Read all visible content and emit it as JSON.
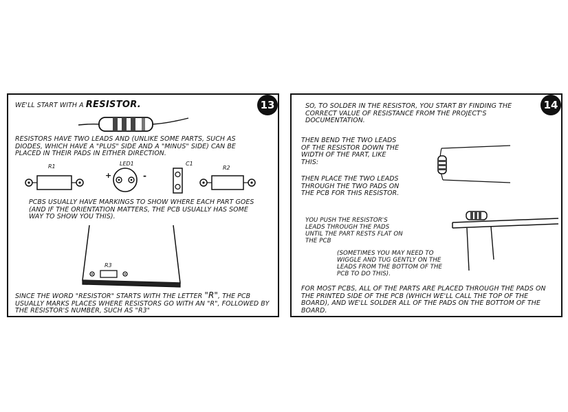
{
  "panel13": {
    "number": "13",
    "intro_prefix": "We'll start with a",
    "intro_emph": "Resistor.",
    "para1": "Resistors have two leads and (unlike some parts, such as diodes, which have a \"plus\" side and a \"minus\" side) can be placed in their pads in either direction.",
    "labels": {
      "r1": "R1",
      "led1": "LED1",
      "plus": "+",
      "minus": "-",
      "c1": "C1",
      "r2": "R2",
      "r3": "R3"
    },
    "para2": "PCBs usually have markings to show where each part goes (and if the orientation matters, the PCB usually has some way to show you this).",
    "para3_prefix": "Since the word \"resistor\" starts with the letter",
    "para3_letter": "\"R\"",
    "para3_suffix": ", the PCB usually marks places where resistors go with an \"R\", followed by the resistor's number, such as \"R3\""
  },
  "panel14": {
    "number": "14",
    "para1": "So, to solder in the resistor, you start by finding the correct value of resistance from the project's documentation.",
    "para2": "Then bend the two leads of the resistor down the width of the part, like this:",
    "para3": "Then place the two leads through the two pads on the PCB for this resistor.",
    "para4": "You push the resistor's leads through the pads until the part rests flat on the PCB",
    "para5": "(Sometimes you may need to wiggle and tug gently on the leads from the bottom of the PCB to do this).",
    "para6": "For most PCBs, all of the parts are placed through the pads on the printed side of the PCB (which we'll call the top of the board), and we'll solder all of the pads on the bottom of the board."
  }
}
